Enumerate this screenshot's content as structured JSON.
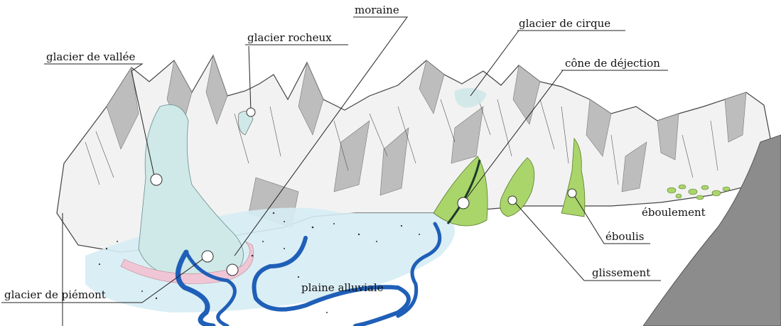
{
  "labels": {
    "moraine": "moraine",
    "glacier_rocheux": "glacier rocheux",
    "glacier_de_vallee": "glacier de vallée",
    "glacier_de_cirque": "glacier de cirque",
    "cone_de_dejection": "cône de déjection",
    "eboulement": "éboulement",
    "eboulis": "éboulis",
    "glissement": "glissement",
    "glacier_de_piemont": "glacier de piémont",
    "plaine_alluviale": "plaine alluviale"
  },
  "colors": {
    "glacier": "#cfe8e8",
    "meltwater": "#d6ecf4",
    "moraine_band": "#f0c6d6",
    "river": "#1f5fb8",
    "slide_green": "#a9d56a",
    "rock_shadow": "#bdbdbd",
    "rock_light": "#f2f2f2",
    "cliff": "#8c8c8c"
  }
}
